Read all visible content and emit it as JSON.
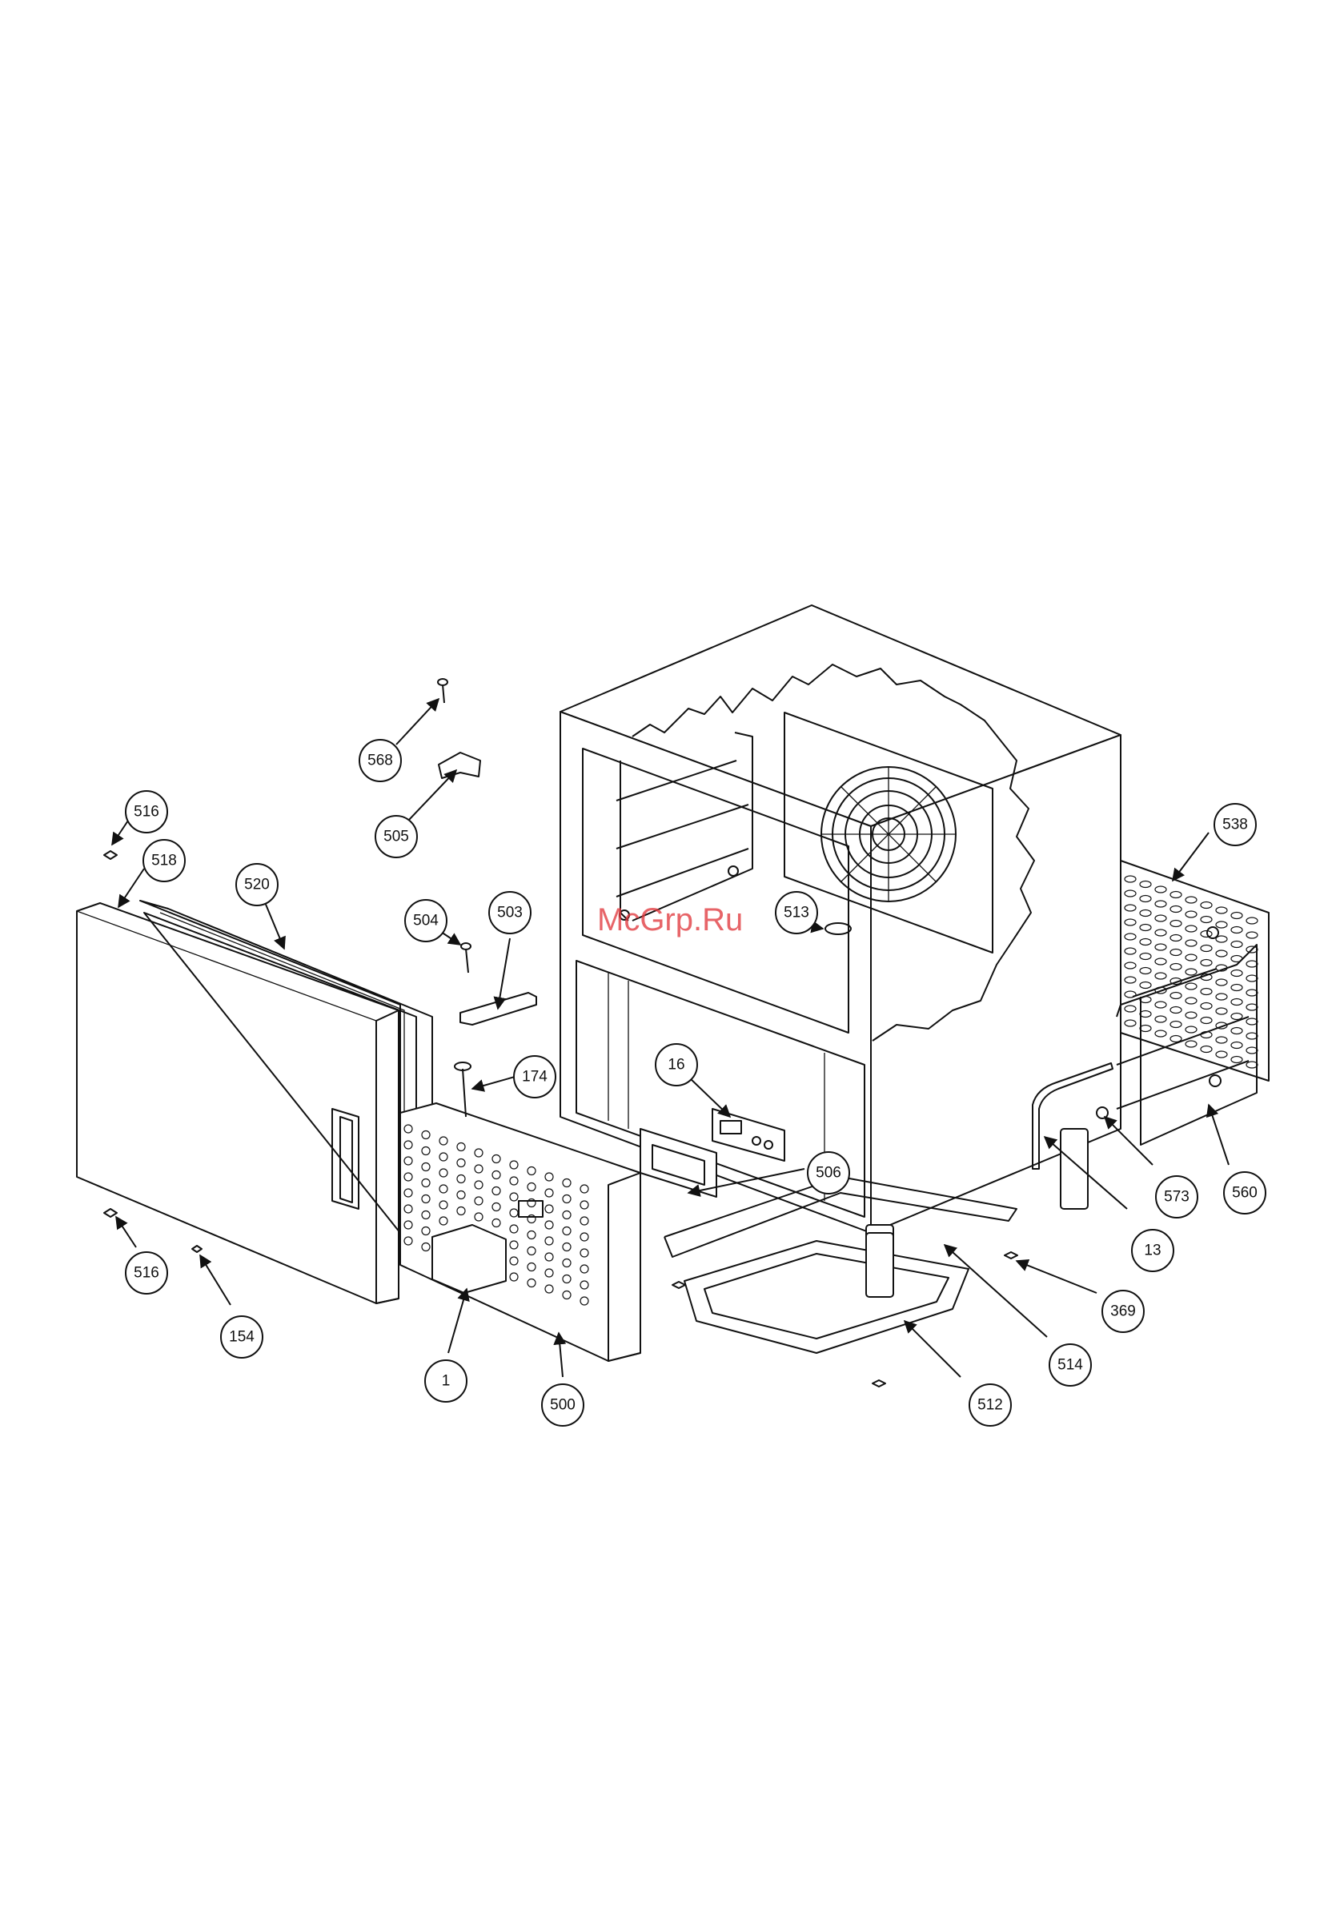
{
  "watermark": "McGrp.Ru",
  "callouts": [
    "568",
    "505",
    "516",
    "518",
    "520",
    "504",
    "503",
    "174",
    "513",
    "16",
    "506",
    "538",
    "573",
    "560",
    "13",
    "369",
    "514",
    "512",
    "500",
    "1",
    "154",
    "516"
  ]
}
